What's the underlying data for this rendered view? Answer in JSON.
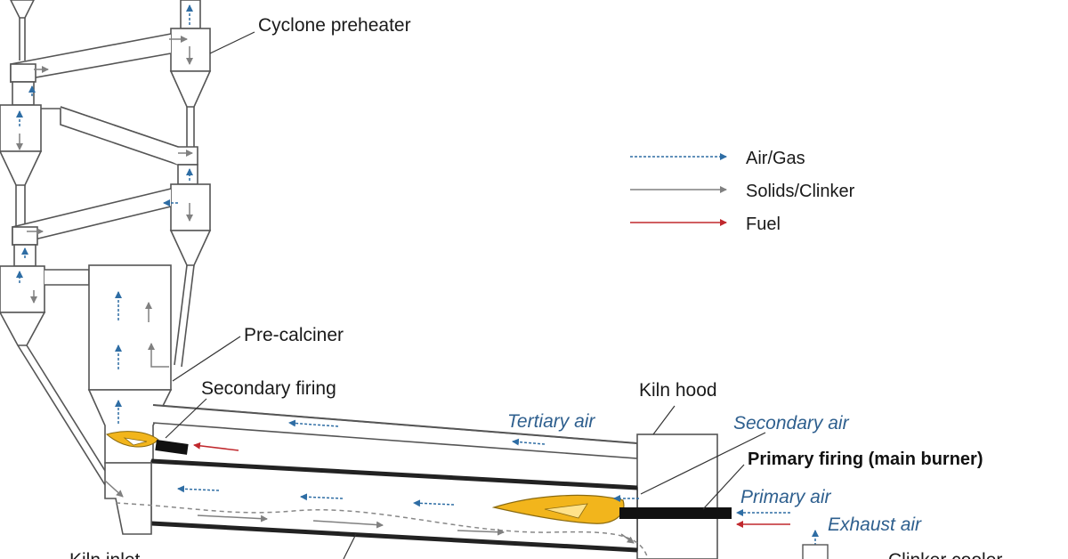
{
  "diagram": {
    "labels": {
      "cyclone_preheater": "Cyclone preheater",
      "pre_calciner": "Pre-calciner",
      "secondary_firing": "Secondary firing",
      "kiln_hood": "Kiln hood",
      "tertiary_air": "Tertiary air",
      "secondary_air": "Secondary air",
      "primary_firing": "Primary firing (main burner)",
      "primary_air": "Primary air",
      "exhaust_air": "Exhaust air",
      "kiln_inlet": "Kiln inlet",
      "clinker_cooler": "Clinker cooler"
    },
    "legend": [
      {
        "label": "Air/Gas",
        "color": "#2e6da4",
        "style": "dashed"
      },
      {
        "label": "Solids/Clinker",
        "color": "#808080",
        "style": "solid"
      },
      {
        "label": "Fuel",
        "color": "#c0282d",
        "style": "solid"
      }
    ],
    "colors": {
      "air_gas": "#2e6da4",
      "solids": "#808080",
      "fuel": "#c0282d",
      "flame": "#f2b51c",
      "outline": "#555555"
    }
  }
}
